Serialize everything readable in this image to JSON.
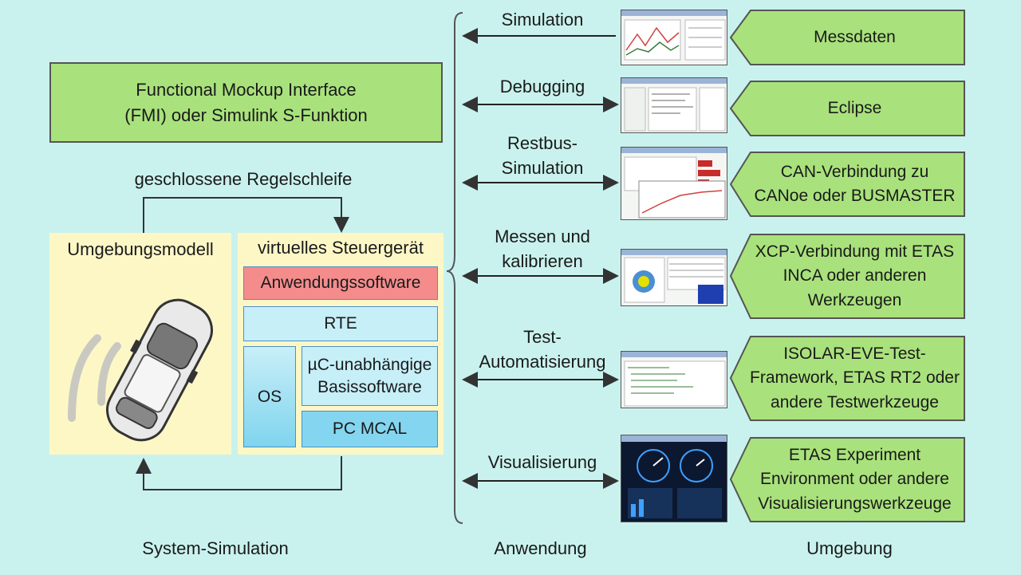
{
  "fmi": {
    "line1": "Functional Mockup Interface",
    "line2": "(FMI) oder Simulink S-Funktion"
  },
  "loop_label": "geschlossene Regelschleife",
  "env_model": {
    "label": "Umgebungsmodell"
  },
  "vecu": {
    "title": "virtuelles Steuergerät",
    "appsw": "Anwendungssoftware",
    "rte": "RTE",
    "os": "OS",
    "bsw_line1": "µC-unabhängige",
    "bsw_line2": "Basissoftware",
    "mcal": "PC MCAL"
  },
  "applications": [
    {
      "line1": "Simulation",
      "line2": ""
    },
    {
      "line1": "Debugging",
      "line2": ""
    },
    {
      "line1": "Restbus-",
      "line2": "Simulation"
    },
    {
      "line1": "Messen und",
      "line2": "kalibrieren"
    },
    {
      "line1": "Test-",
      "line2": "Automatisierung"
    },
    {
      "line1": "Visualisierung",
      "line2": ""
    }
  ],
  "environments": [
    {
      "lines": [
        "Messdaten"
      ]
    },
    {
      "lines": [
        "Eclipse"
      ]
    },
    {
      "lines": [
        "CAN-Verbindung zu",
        "CANoe oder BUSMASTER"
      ]
    },
    {
      "lines": [
        "XCP-Verbindung mit ETAS",
        "INCA oder anderen",
        "Werkzeugen"
      ]
    },
    {
      "lines": [
        "ISOLAR-EVE-Test-",
        "Framework, ETAS RT2 oder",
        "andere Testwerkzeuge"
      ]
    },
    {
      "lines": [
        "ETAS Experiment",
        "Environment oder andere",
        "Visualisierungswerkzeuge"
      ]
    }
  ],
  "footer": {
    "left": "System-Simulation",
    "middle": "Anwendung",
    "right": "Umgebung"
  },
  "colors": {
    "background": "#c9f2ee",
    "green": "#a9e27c",
    "panel": "#fdf7c6",
    "red": "#f48c8c",
    "blue": "#84d6f0"
  }
}
